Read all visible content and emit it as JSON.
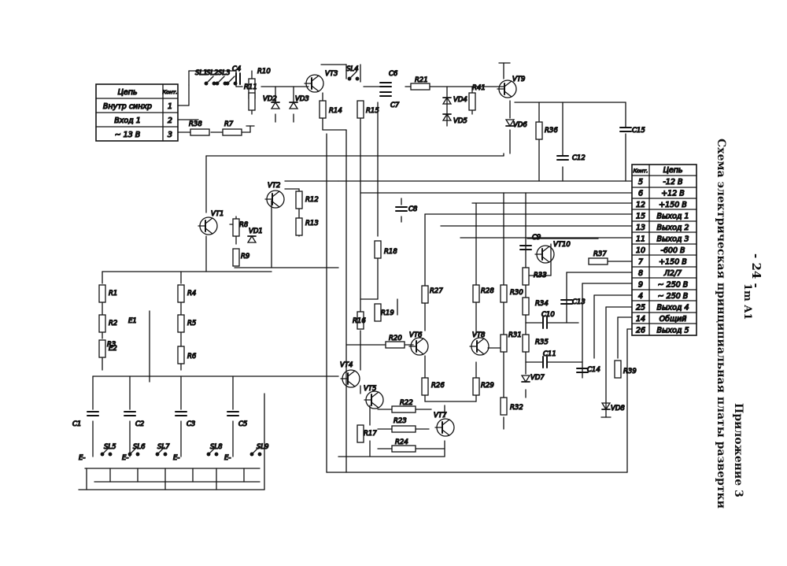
{
  "header": {
    "page_number": "- 24 -",
    "annotation": "1m A1",
    "appendix": "Приложение 3",
    "title": "Схема электрическая принципиальная платы развертки"
  },
  "left_table": {
    "head_circuit": "Цепь",
    "head_contact": "Конт.",
    "rows": [
      {
        "circuit": "Внутр синхр",
        "contact": "1"
      },
      {
        "circuit": "Вход 1",
        "contact": "2"
      },
      {
        "circuit": "~ 13 В",
        "contact": "3"
      }
    ]
  },
  "right_table": {
    "head_contact": "Конт.",
    "head_circuit": "Цепь",
    "rows": [
      {
        "contact": "5",
        "circuit": "-12 В"
      },
      {
        "contact": "6",
        "circuit": "+12 В"
      },
      {
        "contact": "12",
        "circuit": "+150 В"
      },
      {
        "contact": "15",
        "circuit": "Выход 1"
      },
      {
        "contact": "13",
        "circuit": "Выход 2"
      },
      {
        "contact": "11",
        "circuit": "Выход 3"
      },
      {
        "contact": "10",
        "circuit": "-600 В"
      },
      {
        "contact": "7",
        "circuit": "+150 В"
      },
      {
        "contact": "8",
        "circuit": "Л2/7"
      },
      {
        "contact": "9",
        "circuit": "~ 250 В"
      },
      {
        "contact": "4",
        "circuit": "~ 250 В"
      },
      {
        "contact": "25",
        "circuit": "Выход 4"
      },
      {
        "contact": "14",
        "circuit": "Общий"
      },
      {
        "contact": "26",
        "circuit": "Выход 5"
      }
    ]
  },
  "components": {
    "transistors": [
      "VT1",
      "VT2",
      "VT3",
      "VT4",
      "VT5",
      "VT6",
      "VT7",
      "VT8",
      "VT9",
      "VT10"
    ],
    "diodes": [
      "VD1",
      "VD2",
      "VD3",
      "VD4",
      "VD5",
      "VD6",
      "VD7",
      "VD8"
    ],
    "resistors": [
      "R1",
      "R2",
      "R3",
      "R4",
      "R5",
      "R6",
      "R7",
      "R8",
      "R9",
      "R10",
      "R11",
      "R12",
      "R13",
      "R14",
      "R15",
      "R16",
      "R17",
      "R18",
      "R19",
      "R20",
      "R21",
      "R22",
      "R23",
      "R24",
      "R26",
      "R27",
      "R28",
      "R29",
      "R30",
      "R31",
      "R32",
      "R33",
      "R34",
      "R35",
      "R36",
      "R37",
      "R38",
      "R39",
      "R41"
    ],
    "capacitors": [
      "C1",
      "C2",
      "C3",
      "C4",
      "C5",
      "C6",
      "C7",
      "C8",
      "C9",
      "C10",
      "C11",
      "C12",
      "C13",
      "C14",
      "C15"
    ],
    "switches": [
      "SL1",
      "SL2",
      "SL3",
      "SL4",
      "SL5",
      "SL6",
      "SL7",
      "SL8",
      "SL9"
    ],
    "sources": [
      "E1",
      "E2"
    ],
    "terminals": [
      "E-"
    ]
  }
}
